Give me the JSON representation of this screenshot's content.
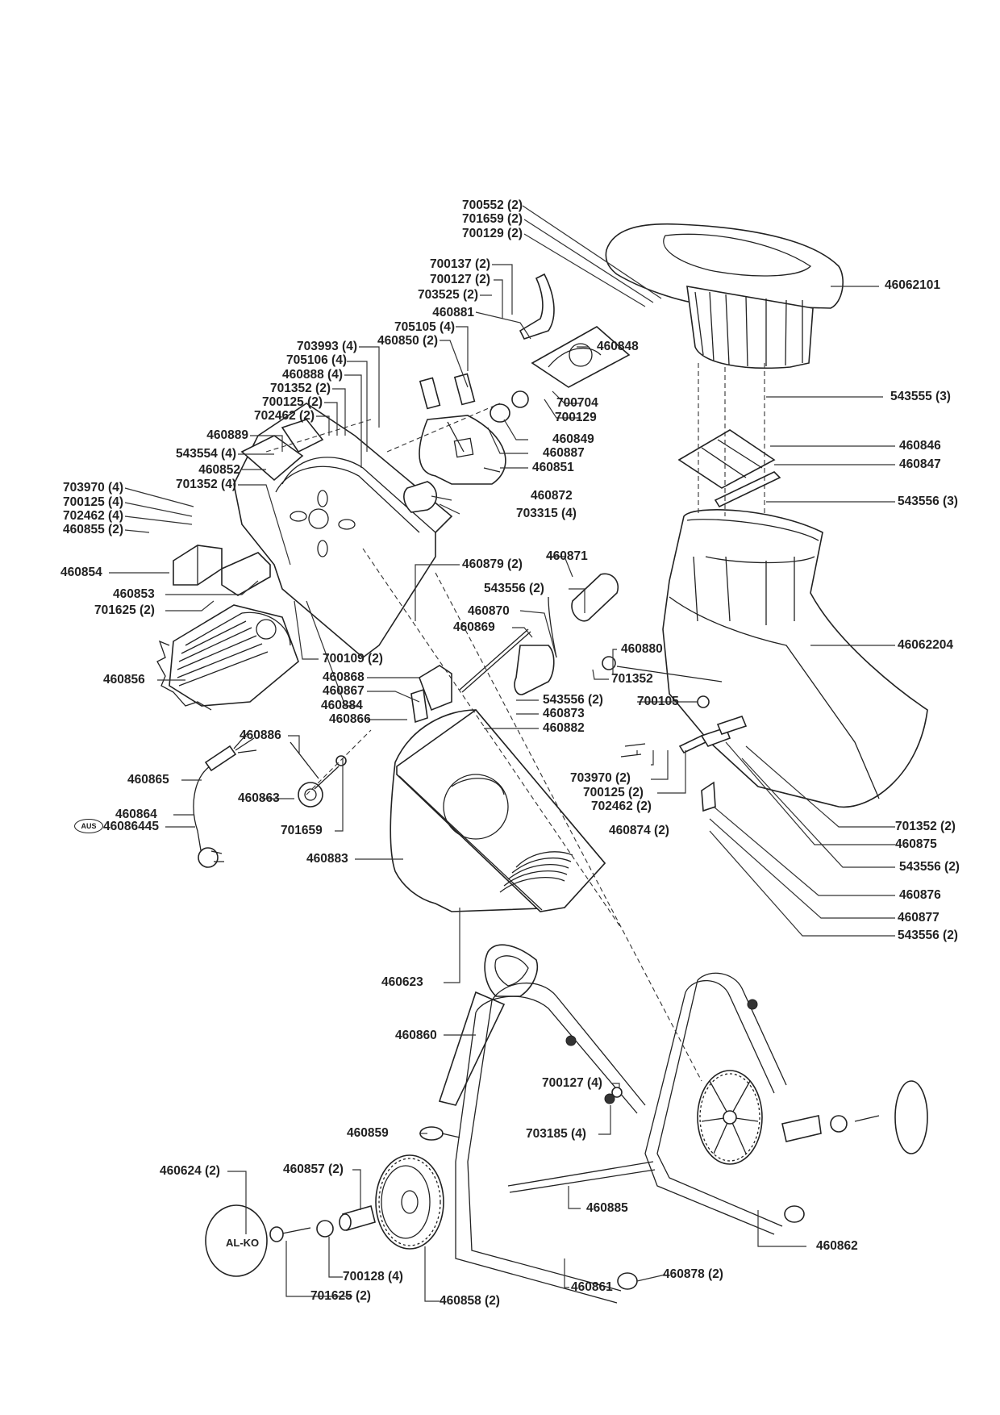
{
  "document": {
    "type": "exploded parts diagram",
    "product_brand_mark": "AL-KO",
    "region_badge": "AUS"
  },
  "labels": {
    "p700552": "700552 (2)",
    "p701659a": "701659 (2)",
    "p700129a": "700129 (2)",
    "p700137": "700137 (2)",
    "p700127a": "700127 (2)",
    "p703525": "703525 (2)",
    "p460881": "460881",
    "p705105": "705105 (4)",
    "p460850": "460850 (2)",
    "p703993": "703993 (4)",
    "p705106": "705106 (4)",
    "p460888": "460888 (4)",
    "p701352a": "701352 (2)",
    "p700125a": "700125 (2)",
    "p702462a": "702462 (2)",
    "p460848": "460848",
    "p700704": "700704",
    "p700129b": "700129",
    "p460849": "460849",
    "p460887": "460887",
    "p460851": "460851",
    "p460889": "460889",
    "p543554": "543554 (4)",
    "p460852": "460852",
    "p703970a": "703970 (4)",
    "p701352b": "701352 (4)",
    "p700125b": "700125 (4)",
    "p702462b": "702462 (4)",
    "p460855": "460855 (2)",
    "p460872": "460872",
    "p703315": "703315 (4)",
    "p460854": "460854",
    "p460879": "460879 (2)",
    "p460853": "460853",
    "p701625a": "701625 (2)",
    "p460871": "460871",
    "p543556a": "543556 (2)",
    "p460870": "460870",
    "p460869": "460869",
    "p460856": "460856",
    "p700109": "700109 (2)",
    "p460868": "460868",
    "p460867": "460867",
    "p460884": "460884",
    "p460866": "460866",
    "p460880": "460880",
    "p701352c": "701352",
    "p543556b": "543556 (2)",
    "p460873": "460873",
    "p460882": "460882",
    "p700105": "700105",
    "p460886": "460886",
    "p460865": "460865",
    "p460863": "460863",
    "p460864": "460864",
    "p46086445": "46086445",
    "p701659b": "701659",
    "p460883": "460883",
    "p703970b": "703970 (2)",
    "p700125c": "700125 (2)",
    "p702462c": "702462 (2)",
    "p460874": "460874 (2)",
    "p46062101": "46062101",
    "p543555": "543555 (3)",
    "p460846": "460846",
    "p460847": "460847",
    "p543556c": "543556 (3)",
    "p46062204": "46062204",
    "p701352d": "701352 (2)",
    "p460875": "460875",
    "p543556d": "543556 (2)",
    "p460876": "460876",
    "p460877": "460877",
    "p543556e": "543556 (2)",
    "p460623": "460623",
    "p460860": "460860",
    "p700127b": "700127 (4)",
    "p703185": "703185 (4)",
    "p460859": "460859",
    "p460624": "460624 (2)",
    "p460857": "460857 (2)",
    "p460885": "460885",
    "p460862": "460862",
    "p460878": "460878 (2)",
    "p700128": "700128 (4)",
    "p701625b": "701625 (2)",
    "p460858": "460858 (2)",
    "p460861": "460861"
  }
}
